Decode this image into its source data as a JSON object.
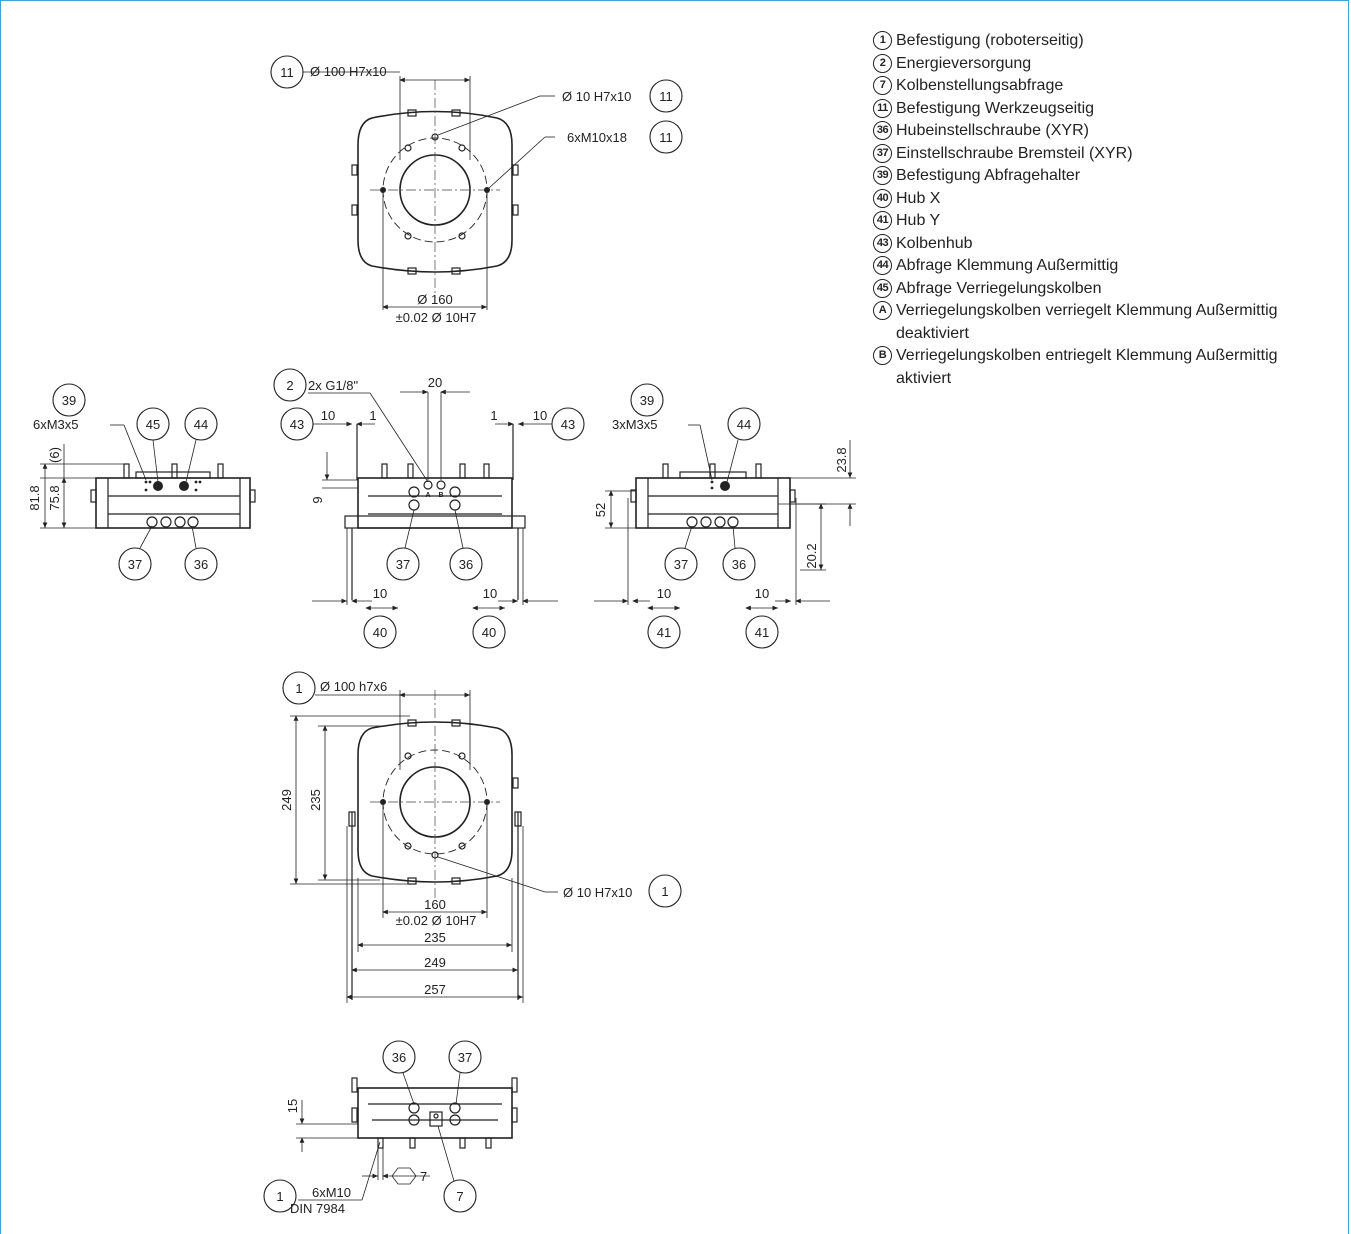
{
  "legend": [
    {
      "key": "1",
      "text": "Befestigung (roboterseitig)"
    },
    {
      "key": "2",
      "text": "Energieversorgung"
    },
    {
      "key": "7",
      "text": "Kolbenstellungsabfrage"
    },
    {
      "key": "11",
      "text": "Befestigung Werkzeugseitig"
    },
    {
      "key": "36",
      "text": "Hubeinstellschraube (XYR)"
    },
    {
      "key": "37",
      "text": "Einstellschraube Bremsteil (XYR)"
    },
    {
      "key": "39",
      "text": "Befestigung Abfragehalter"
    },
    {
      "key": "40",
      "text": "Hub X"
    },
    {
      "key": "41",
      "text": "Hub Y"
    },
    {
      "key": "43",
      "text": "Kolbenhub"
    },
    {
      "key": "44",
      "text": "Abfrage Klemmung Außermittig"
    },
    {
      "key": "45",
      "text": "Abfrage Verriegelungskolben"
    },
    {
      "key": "A",
      "text": "Verriegelungskolben verriegelt Klemmung Außermittig deaktiviert"
    },
    {
      "key": "B",
      "text": "Verriegelungskolben entriegelt Klemmung Außermittig aktiviert"
    }
  ],
  "top_view": {
    "dia_bore": "Ø 100 H7x10",
    "dia_pin": "Ø 10 H7x10",
    "threads": "6xM10x18",
    "bolt_circle": "Ø 160",
    "tolerance": "±0.02 Ø 10H7",
    "ref_11": "11"
  },
  "side_left": {
    "threads": "6xM3x5",
    "dim_6": "(6)",
    "dim_81_8": "81.8",
    "dim_75_8": "75.8",
    "ref_39": "39",
    "ref_45": "45",
    "ref_44": "44",
    "ref_37": "37",
    "ref_36": "36"
  },
  "side_center": {
    "port": "2x G1/8\"",
    "dim_20": "20",
    "dim_10": "10",
    "dim_1": "1",
    "dim_9": "9",
    "mark_a": "A",
    "mark_b": "B",
    "ref_2": "2",
    "ref_43": "43",
    "ref_37": "37",
    "ref_36": "36",
    "ref_40": "40"
  },
  "side_right": {
    "threads": "3xM3x5",
    "dim_23_8": "23.8",
    "dim_52": "52",
    "dim_20_2": "20.2",
    "dim_10": "10",
    "ref_39": "39",
    "ref_44": "44",
    "ref_37": "37",
    "ref_36": "36",
    "ref_41": "41"
  },
  "bottom_view": {
    "dia_bore": "Ø 100 h7x6",
    "dia_pin": "Ø 10 H7x10",
    "dim_249": "249",
    "dim_235": "235",
    "dim_160": "160",
    "tolerance": "±0.02 Ø 10H7",
    "dim_235h": "235",
    "dim_249h": "249",
    "dim_257": "257",
    "ref_1": "1"
  },
  "front_view": {
    "dim_15": "15",
    "threads": "6xM10",
    "din": "DIN 7984",
    "hex": "7",
    "ref_1": "1",
    "ref_36": "36",
    "ref_37": "37",
    "ref_7": "7"
  }
}
